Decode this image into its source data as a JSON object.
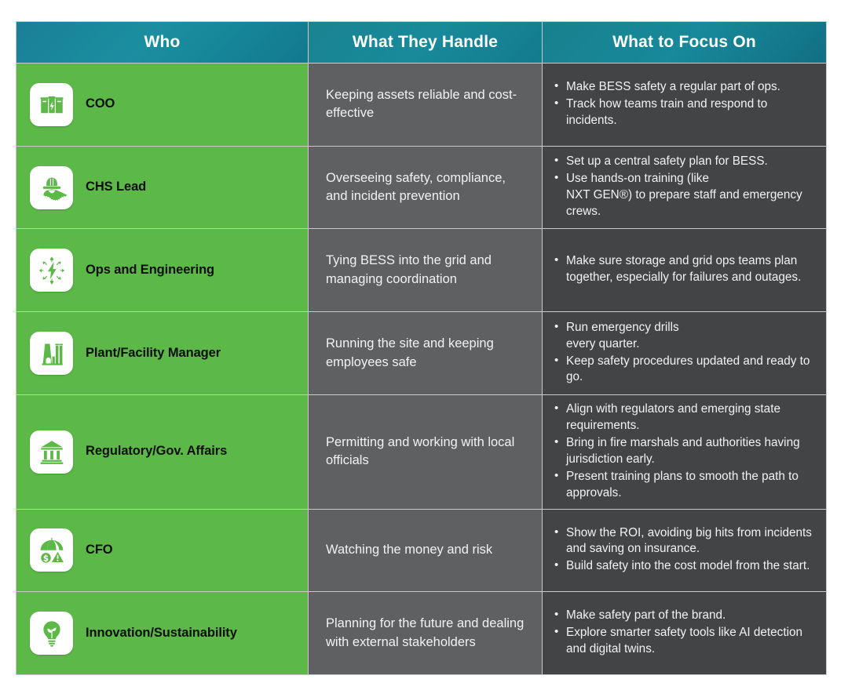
{
  "table": {
    "headers": [
      {
        "label": "Who",
        "name": "who"
      },
      {
        "label": "What They Handle",
        "name": "what-they-handle"
      },
      {
        "label": "What to Focus On",
        "name": "what-to-focus-on"
      }
    ],
    "colors": {
      "header_teal": "#1a8fa0",
      "role_green": "#5cb947",
      "handle_gray": "#5f6062",
      "focus_gray": "#434446",
      "grid_line": "#c9c9c9",
      "icon_tile": "#ffffff",
      "role_text": "#0d0d0d",
      "body_text": "#f2f2f2"
    },
    "rows": [
      {
        "icon": "battery-cabinets-icon",
        "role": "COO",
        "handle": "Keeping assets reliable and cost-effective",
        "focus": [
          "Make BESS safety a regular part of ops.",
          "Track how teams train and respond to incidents."
        ]
      },
      {
        "icon": "hardhat-gear-icon",
        "role": "CHS Lead",
        "handle": "Overseeing safety, compliance, and incident prevention",
        "focus": [
          "Set up a central safety plan for BESS.",
          "Use hands-on training (like\nNXT GEN®) to prepare staff and emergency crews."
        ]
      },
      {
        "icon": "grid-distribution-icon",
        "role": "Ops and Engineering",
        "handle": "Tying BESS into the grid and managing coordination",
        "focus": [
          "Make sure storage and grid ops teams plan together, especially for failures and outages."
        ]
      },
      {
        "icon": "industrial-plant-icon",
        "role": "Plant/Facility Manager",
        "handle": "Running the site and keeping employees safe",
        "focus": [
          "Run emergency drills\nevery quarter.",
          "Keep safety procedures updated and ready to go."
        ]
      },
      {
        "icon": "government-building-icon",
        "role": "Regulatory/Gov. Affairs",
        "handle": "Permitting and working with local officials",
        "focus": [
          "Align with regulators and emerging state requirements.",
          "Bring in fire marshals and authorities having jurisdiction early.",
          "Present training plans to smooth the path to approvals."
        ]
      },
      {
        "icon": "umbrella-risk-icon",
        "role": "CFO",
        "handle": "Watching the money and risk",
        "focus": [
          "Show the ROI, avoiding big hits from incidents and saving on insurance.",
          "Build safety into the cost model from the start."
        ]
      },
      {
        "icon": "lightbulb-leaf-icon",
        "role": "Innovation/Sustainability",
        "handle": "Planning for the future and dealing with external stakeholders",
        "focus": [
          "Make safety part of the brand.",
          "Explore smarter safety tools like AI detection and digital twins."
        ]
      }
    ]
  }
}
